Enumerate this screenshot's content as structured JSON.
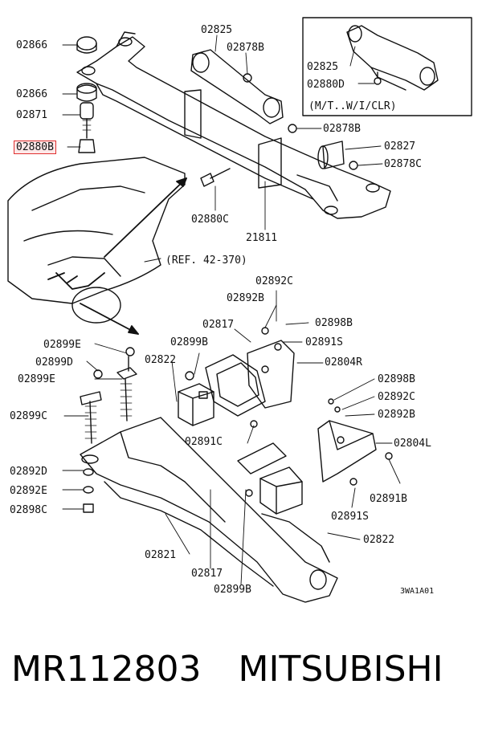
{
  "callouts": {
    "c_02866_a": "02866",
    "c_02825_a": "02825",
    "c_02878B_a": "02878B",
    "c_02825_b": "02825",
    "c_02866_b": "02866",
    "c_02880D": "02880D",
    "c_mt_wi_clr": "(M/T..W/I/CLR)",
    "c_02871": "02871",
    "c_02878B_b": "02878B",
    "c_02880B": "02880B",
    "c_02827": "02827",
    "c_02878C": "02878C",
    "c_02880C": "02880C",
    "c_21811": "21811",
    "c_ref": "(REF. 42-370)",
    "c_02892C_a": "02892C",
    "c_02892B_a": "02892B",
    "c_02898B_a": "02898B",
    "c_02817_a": "02817",
    "c_02899B_a": "02899B",
    "c_02891S_a": "02891S",
    "c_02899E_a": "02899E",
    "c_02822_a": "02822",
    "c_02804R": "02804R",
    "c_02899D": "02899D",
    "c_02899E_b": "02899E",
    "c_02898B_b": "02898B",
    "c_02892C_b": "02892C",
    "c_02899C": "02899C",
    "c_02892B_b": "02892B",
    "c_02891C": "02891C",
    "c_02804L": "02804L",
    "c_02892D": "02892D",
    "c_02892E": "02892E",
    "c_02891B": "02891B",
    "c_02898C": "02898C",
    "c_02891S_b": "02891S",
    "c_02822_b": "02822",
    "c_02821": "02821",
    "c_02817_b": "02817",
    "c_02899B_b": "02899B",
    "c_diagram_code": "3WA1A01"
  },
  "highlight_color": "#e03030",
  "footer": {
    "part_number": "MR112803",
    "brand": "MITSUBISHI"
  }
}
